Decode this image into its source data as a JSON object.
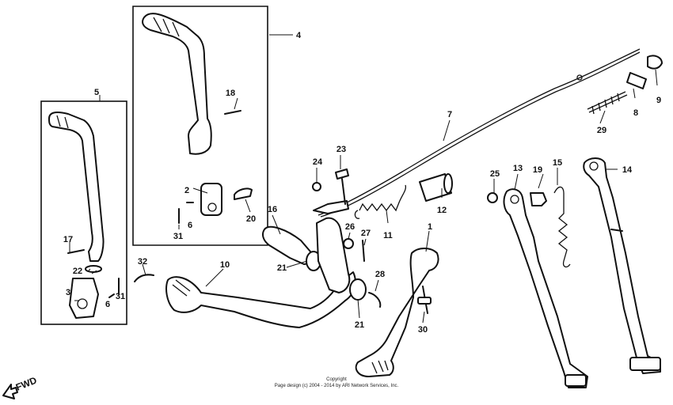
{
  "callouts": {
    "c1": "1",
    "c2": "2",
    "c3": "3",
    "c4": "4",
    "c5": "5",
    "c6a": "6",
    "c6b": "6",
    "c7": "7",
    "c8": "8",
    "c9": "9",
    "c10": "10",
    "c11": "11",
    "c12": "12",
    "c13": "13",
    "c14": "14",
    "c15": "15",
    "c16": "16",
    "c17": "17",
    "c18": "18",
    "c19": "19",
    "c20": "20",
    "c21a": "21",
    "c21b": "21",
    "c22": "22",
    "c23": "23",
    "c24": "24",
    "c25": "25",
    "c26": "26",
    "c27": "27",
    "c28": "28",
    "c29": "29",
    "c30": "30",
    "c31a": "31",
    "c31b": "31",
    "c32": "32"
  },
  "fwd_label": "FWD",
  "copyright": {
    "line1": "Copyright",
    "line2": "Page design (c) 2004 - 2014 by ARI Network Services, Inc."
  }
}
